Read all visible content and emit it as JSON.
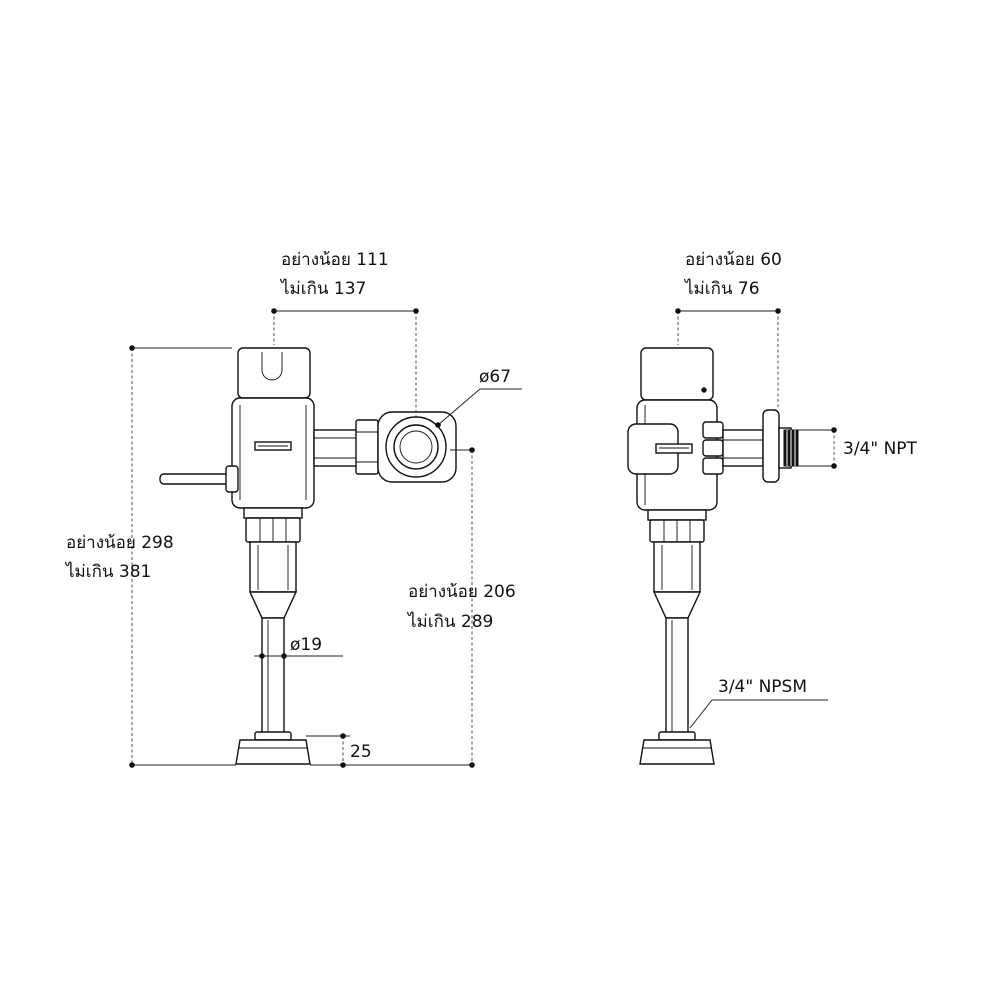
{
  "front_view": {
    "width_min": "อย่างน้อย 111",
    "width_max": "ไม่เกิน 137",
    "height_min": "อย่างน้อย 298",
    "height_max": "ไม่เกิน 381",
    "inlet_height_min": "อย่างน้อย 206",
    "inlet_height_max": "ไม่เกิน 289",
    "inlet_diameter": "ø67",
    "pipe_diameter": "ø19",
    "base_height": "25"
  },
  "side_view": {
    "depth_min": "อย่างน้อย 60",
    "depth_max": "ไม่เกิน 76",
    "inlet_thread": "3/4\" NPT",
    "outlet_thread": "3/4\" NPSM"
  }
}
